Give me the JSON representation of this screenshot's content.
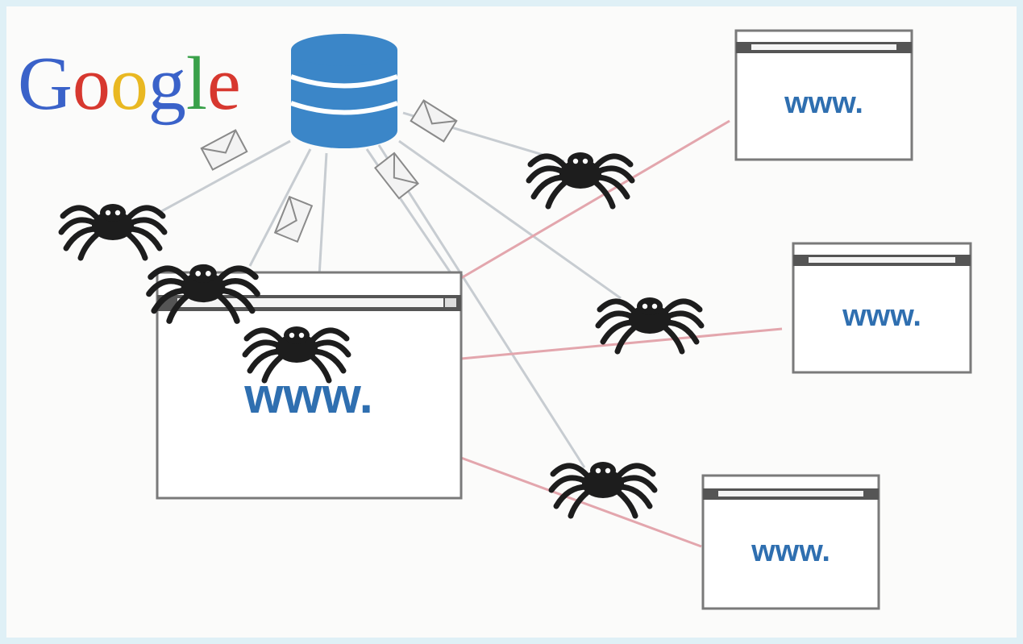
{
  "logo": {
    "letters": [
      "G",
      "o",
      "o",
      "g",
      "l",
      "e"
    ],
    "colors": [
      "#3a62c9",
      "#d7382f",
      "#e9b822",
      "#3a62c9",
      "#3aa14a",
      "#d7382f"
    ]
  },
  "sites": {
    "main_label": "www.",
    "site1_label": "www.",
    "site2_label": "www.",
    "site3_label": "www."
  },
  "palette": {
    "database": "#3b86c8",
    "link_line": "#c7ccd1",
    "crawl_line": "#e3a6ad",
    "spider": "#1d1d1d",
    "envelope": "#f3f3f3"
  },
  "icons": {
    "database": "database-icon",
    "spider": "spider-icon",
    "envelope": "envelope-icon"
  }
}
